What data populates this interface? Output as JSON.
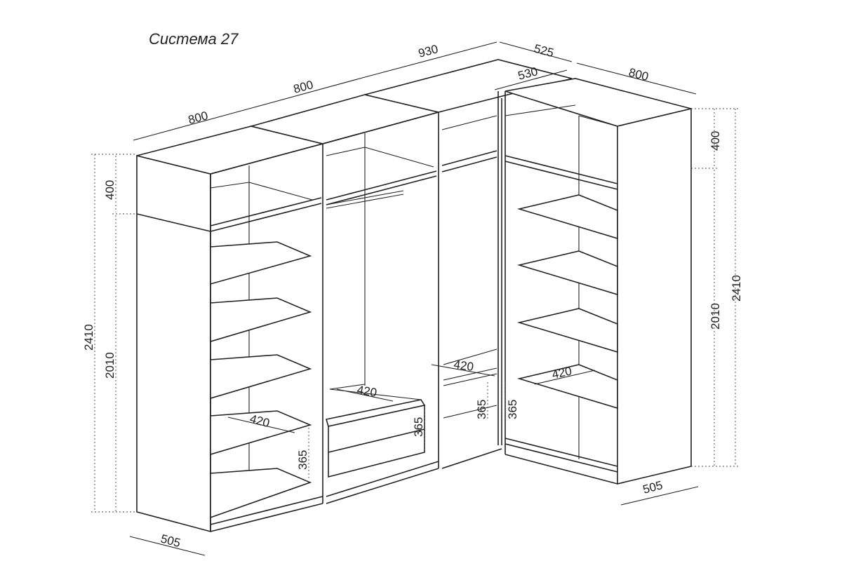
{
  "title": "Система 27",
  "dimensions": {
    "top_width_1": "800",
    "top_width_2": "800",
    "top_width_3": "930",
    "top_width_4": "525",
    "top_width_5": "530",
    "top_width_6": "800",
    "left_height_total": "2410",
    "left_height_top": "400",
    "left_height_main": "2010",
    "left_depth": "505",
    "right_height_total": "2410",
    "right_height_top": "400",
    "right_height_main": "2010",
    "right_depth": "505",
    "shelf_depth_left": "420",
    "shelf_gap_left": "365",
    "drawer_depth": "420",
    "drawer_height": "365",
    "corner_shelf_depth": "420",
    "corner_gap": "365",
    "corner_gap_right": "365",
    "right_shelf_depth": "420"
  }
}
